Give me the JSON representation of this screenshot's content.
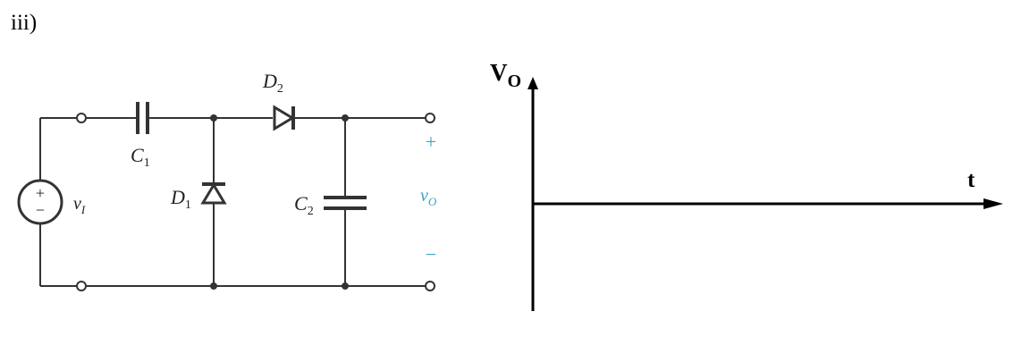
{
  "question_label": "iii)",
  "circuit": {
    "components": {
      "c1": {
        "letter": "C",
        "sub": "1"
      },
      "c2": {
        "letter": "C",
        "sub": "2"
      },
      "d1": {
        "letter": "D",
        "sub": "1"
      },
      "d2": {
        "letter": "D",
        "sub": "2"
      }
    },
    "source": {
      "plus": "+",
      "minus": "−",
      "letter": "v",
      "sub": "I"
    },
    "output": {
      "plus": "+",
      "minus": "−",
      "letter": "v",
      "sub": "O"
    },
    "colors": {
      "wire": "#333333",
      "output_label": "#3aa0c8"
    }
  },
  "graph": {
    "y_axis_label": {
      "letter": "V",
      "sub": "O"
    },
    "x_axis_label": "t",
    "colors": {
      "axis": "#000000"
    }
  }
}
